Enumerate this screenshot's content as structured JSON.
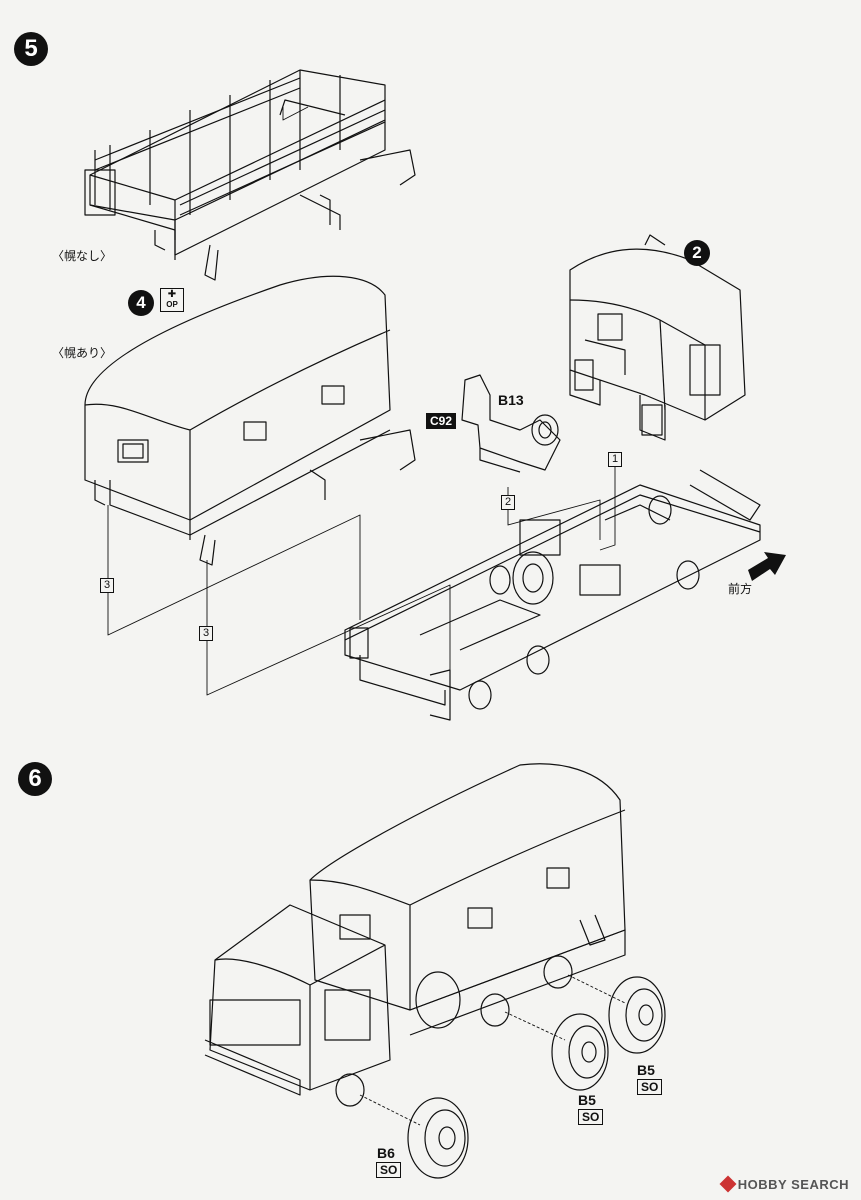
{
  "steps": {
    "step5": "5",
    "step6": "6"
  },
  "refs": {
    "cab": "2",
    "canvas_cover": "4"
  },
  "labels": {
    "without_cover": "〈幌なし〉",
    "with_cover": "〈幌あり〉",
    "front": "前方"
  },
  "parts": {
    "b13": "B13",
    "c92": "C92",
    "b5_front": "B5",
    "b5_rear": "B5",
    "b6": "B6",
    "so": "SO",
    "op": "OP"
  },
  "callouts": {
    "n1": "1",
    "n2": "2",
    "n3_left": "3",
    "n3_mid": "3"
  },
  "watermark": {
    "text": "HOBBY SEARCH"
  },
  "icons": {
    "front_arrow": "arrow-right-icon",
    "op_icon": "option-part-icon"
  }
}
